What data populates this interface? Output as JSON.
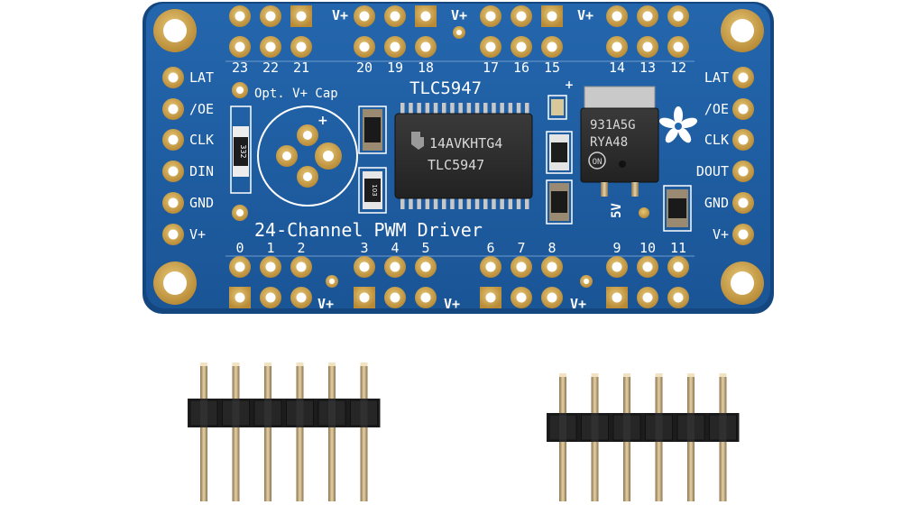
{
  "board": {
    "title": "24-Channel PWM Driver",
    "opt_cap": "Opt. V+ Cap",
    "ic_name": "TLC5947",
    "ic_marking_line1": "14AVKHTG4",
    "ic_marking_line2": "TLC5947",
    "reg_marking_line1": "931A5G",
    "reg_marking_line2": "RYA48",
    "reg_logo": "ON",
    "reg_voltage": "5V",
    "resistor_r1": "332",
    "resistor_r2": "103",
    "cap_polarity": "+",
    "reg_polarity": "+",
    "left_pins": [
      "LAT",
      "/OE",
      "CLK",
      "DIN",
      "GND",
      "V+"
    ],
    "right_pins": [
      "LAT",
      "/OE",
      "CLK",
      "DOUT",
      "GND",
      "V+"
    ],
    "top_channels": [
      "23",
      "22",
      "21",
      "20",
      "19",
      "18",
      "17",
      "16",
      "15",
      "14",
      "13",
      "12"
    ],
    "bottom_channels": [
      "0",
      "1",
      "2",
      "3",
      "4",
      "5",
      "6",
      "7",
      "8",
      "9",
      "10",
      "11"
    ],
    "top_vplus": [
      "V+",
      "V+",
      "V+"
    ],
    "bottom_vplus": [
      "V+",
      "V+",
      "V+"
    ],
    "colors": {
      "pcb": "#1f5fa6",
      "pcb_dark": "#174b86",
      "gold": "#c9a24a",
      "header_plastic": "#1c1c1c",
      "header_pin": "#b89b6a"
    }
  },
  "headers": [
    {
      "name": "left-pin-header",
      "pin_count": 6
    },
    {
      "name": "right-pin-header",
      "pin_count": 6
    }
  ]
}
